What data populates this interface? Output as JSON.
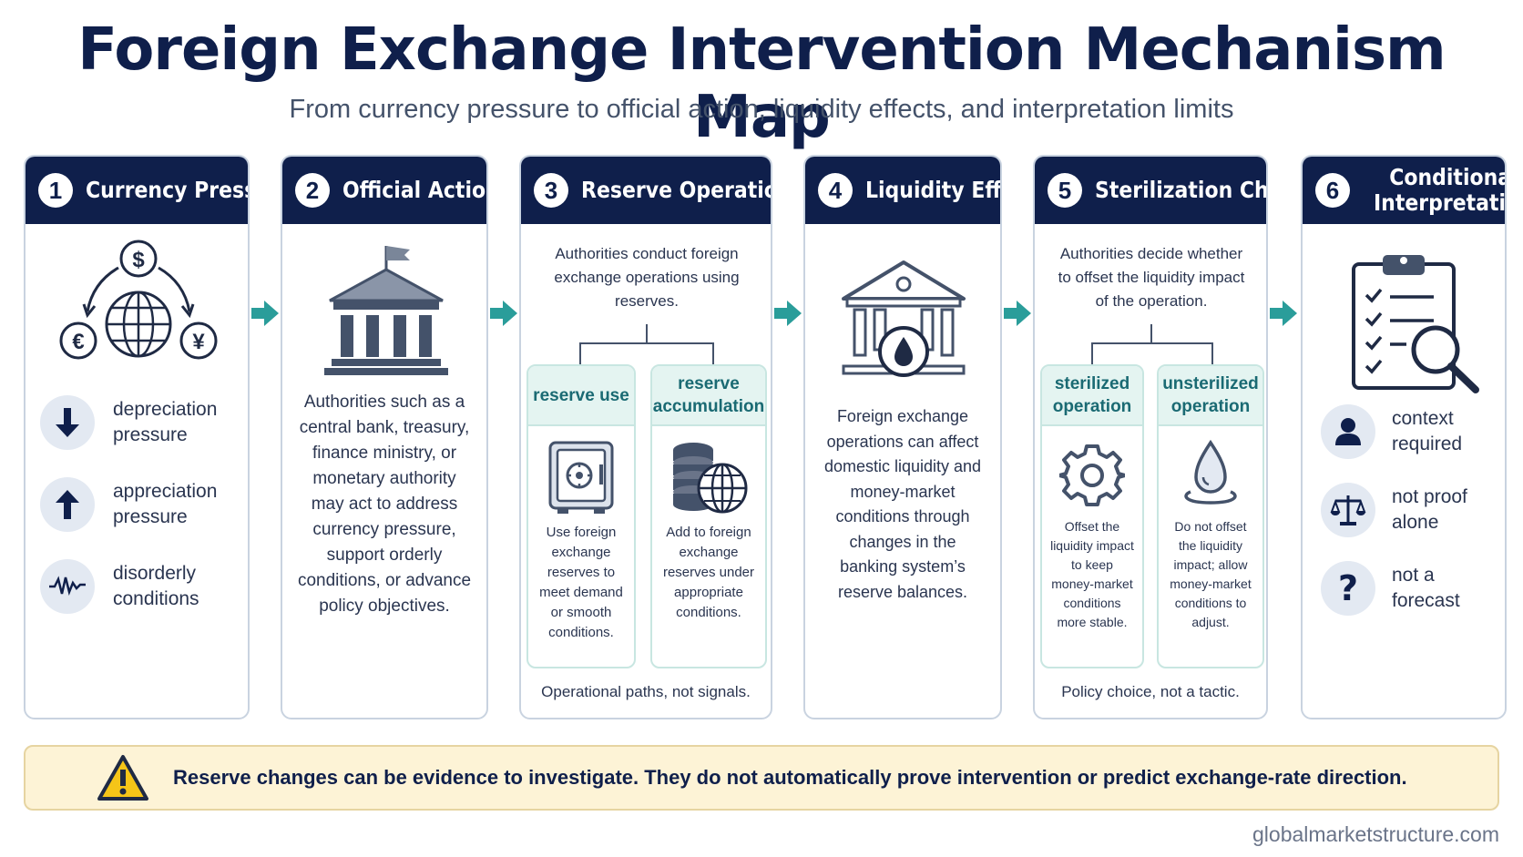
{
  "title": "Foreign Exchange Intervention Mechanism Map",
  "subtitle": "From currency pressure to official action, liquidity effects, and interpretation limits",
  "steps": [
    {
      "number": "1",
      "label": "Currency Pressure",
      "items": [
        {
          "icon": "arrow-down-icon",
          "line1": "depreciation",
          "line2": "pressure"
        },
        {
          "icon": "arrow-up-icon",
          "line1": "appreciation",
          "line2": "pressure"
        },
        {
          "icon": "wave-icon",
          "line1": "disorderly",
          "line2": "conditions"
        }
      ],
      "symbols": [
        "$",
        "€",
        "¥"
      ]
    },
    {
      "number": "2",
      "label": "Official Action",
      "text": [
        "Authorities such as a",
        "central bank, treasury,",
        "finance ministry, or",
        "monetary authority",
        "may act to address",
        "currency pressure,",
        "support orderly",
        "conditions, or advance",
        "policy objectives."
      ]
    },
    {
      "number": "3",
      "label": "Reserve Operation",
      "intro": [
        "Authorities conduct foreign",
        "exchange operations using",
        "reserves."
      ],
      "branches": [
        {
          "head": [
            "reserve use"
          ],
          "text": [
            "Use foreign",
            "exchange",
            "reserves to",
            "meet demand",
            "or smooth",
            "conditions."
          ]
        },
        {
          "head": [
            "reserve",
            "accumulation"
          ],
          "text": [
            "Add to foreign",
            "exchange",
            "reserves under",
            "appropriate",
            "conditions."
          ]
        }
      ],
      "footer": "Operational paths, not signals."
    },
    {
      "number": "4",
      "label": "Liquidity Effect",
      "text": [
        "Foreign exchange",
        "operations can affect",
        "domestic liquidity and",
        "money-market",
        "conditions through",
        "changes in the",
        "banking system’s",
        "reserve balances."
      ]
    },
    {
      "number": "5",
      "label": "Sterilization Choice",
      "intro": [
        "Authorities decide whether",
        "to offset the liquidity impact",
        "of the operation."
      ],
      "branches": [
        {
          "head": [
            "sterilized",
            "operation"
          ],
          "text": [
            "Offset the",
            "liquidity impact",
            "to keep",
            "money-market",
            "conditions",
            "more stable."
          ]
        },
        {
          "head": [
            "unsterilized",
            "operation"
          ],
          "text": [
            "Do not offset",
            "the liquidity",
            "impact; allow",
            "money-market",
            "conditions to",
            "adjust."
          ]
        }
      ],
      "footer": "Policy choice, not a tactic."
    },
    {
      "number": "6",
      "label_line1": "Conditional",
      "label_line2": "Interpretation",
      "items": [
        {
          "icon": "person-icon",
          "line1": "context",
          "line2": "required"
        },
        {
          "icon": "scale-icon",
          "line1": "not proof",
          "line2": "alone"
        },
        {
          "icon": "question-icon",
          "line1": "not a",
          "line2": "forecast"
        }
      ]
    }
  ],
  "warning": "Reserve changes can be evidence to investigate. They do not automatically prove intervention or predict exchange-rate direction.",
  "website": "globalmarketstructure.com",
  "colors": {
    "navy": "#0f1f4b",
    "teal": "#2a9d9a",
    "warning_bg": "#fdf3d6"
  }
}
